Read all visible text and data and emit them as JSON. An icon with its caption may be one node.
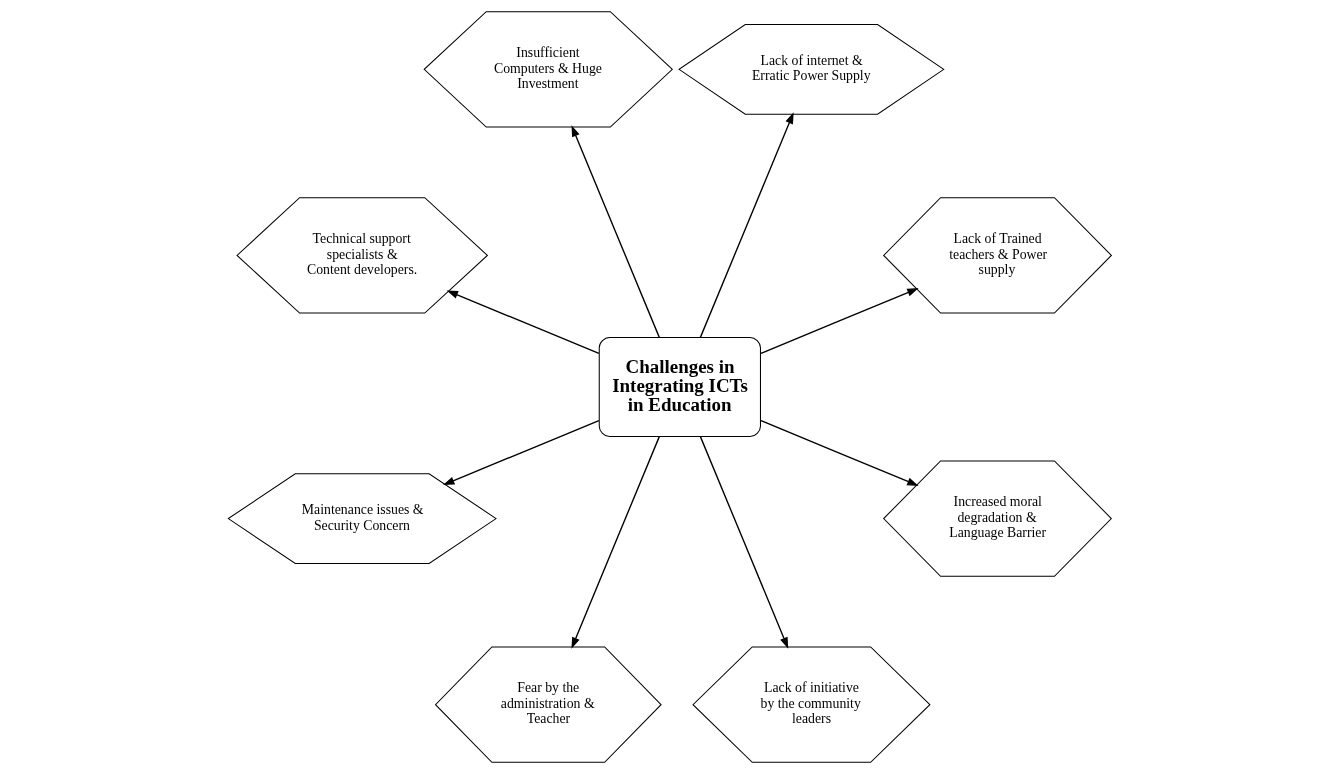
{
  "diagram": {
    "nodes": [
      {
        "text": [
          "Challenges in Integrating ICTs in Education"
        ]
      },
      {
        "text": [
          "Lack of Trained teachers & Power supply"
        ]
      },
      {
        "text": [
          "Lack of internet & Erratic Power Supply"
        ]
      },
      {
        "text": [
          "Insufficient Computers & Huge Investment"
        ]
      },
      {
        "text": [
          "Technical support specialists & Content developers."
        ]
      },
      {
        "text": [
          "Maintenance issues & Security Concern"
        ]
      },
      {
        "text": [
          "Fear by the administration & Teacher"
        ]
      },
      {
        "text": [
          "Lack of initiative by the community leaders"
        ]
      },
      {
        "text": [
          "Increased moral degradation & Language Barrier"
        ]
      }
    ],
    "edges": [
      {
        "from": 0,
        "to": 1,
        "arrow": "to"
      },
      {
        "from": 0,
        "to": 2,
        "arrow": "to"
      },
      {
        "from": 0,
        "to": 3,
        "arrow": "to"
      },
      {
        "from": 0,
        "to": 4,
        "arrow": "to"
      },
      {
        "from": 0,
        "to": 5,
        "arrow": "to"
      },
      {
        "from": 0,
        "to": 6,
        "arrow": "to"
      },
      {
        "from": 0,
        "to": 7,
        "arrow": "to"
      },
      {
        "from": 0,
        "to": 8,
        "arrow": "to"
      }
    ]
  }
}
